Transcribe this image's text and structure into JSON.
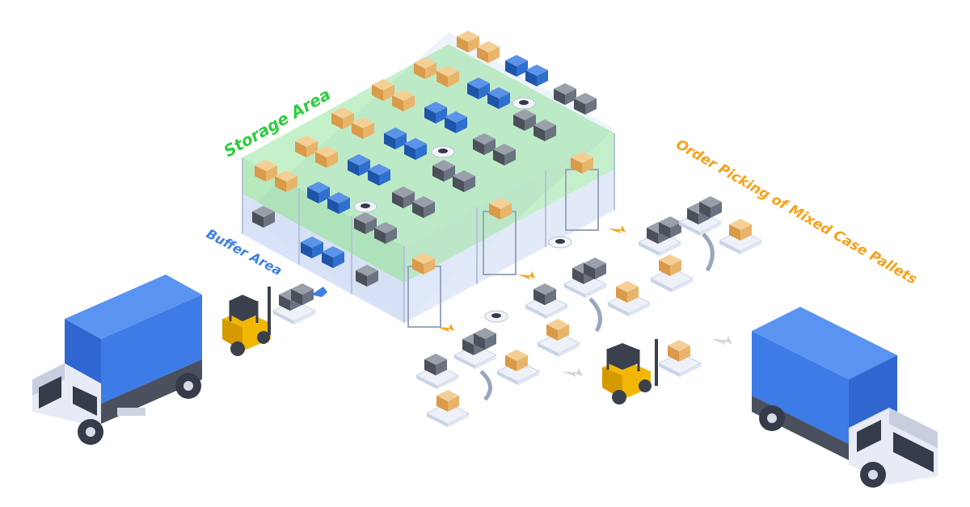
{
  "labels": {
    "storage_area": "Storage Area",
    "buffer_area": "Buffer Area",
    "order_picking": "Order Picking of Mixed Case Pallets"
  },
  "colors": {
    "storage_label": "#2ecc40",
    "buffer_label": "#3d7fe0",
    "picking_label": "#f7a11a",
    "truck_box": "#3d7be6",
    "truck_cab": "#e8eaf5",
    "forklift": "#f2b705",
    "rack_frame": "#c9d3e6",
    "green_zone": "#7fe08a",
    "carton": "#e8b46a",
    "blue_crate": "#2f6fce",
    "gray_crate": "#6b7280",
    "flow_arrow": "#f5a623"
  },
  "icons": [
    "truck-icon",
    "forklift-icon",
    "robot-arm-icon",
    "agv-robot-icon",
    "pallet-icon",
    "flow-arrow-icon"
  ]
}
